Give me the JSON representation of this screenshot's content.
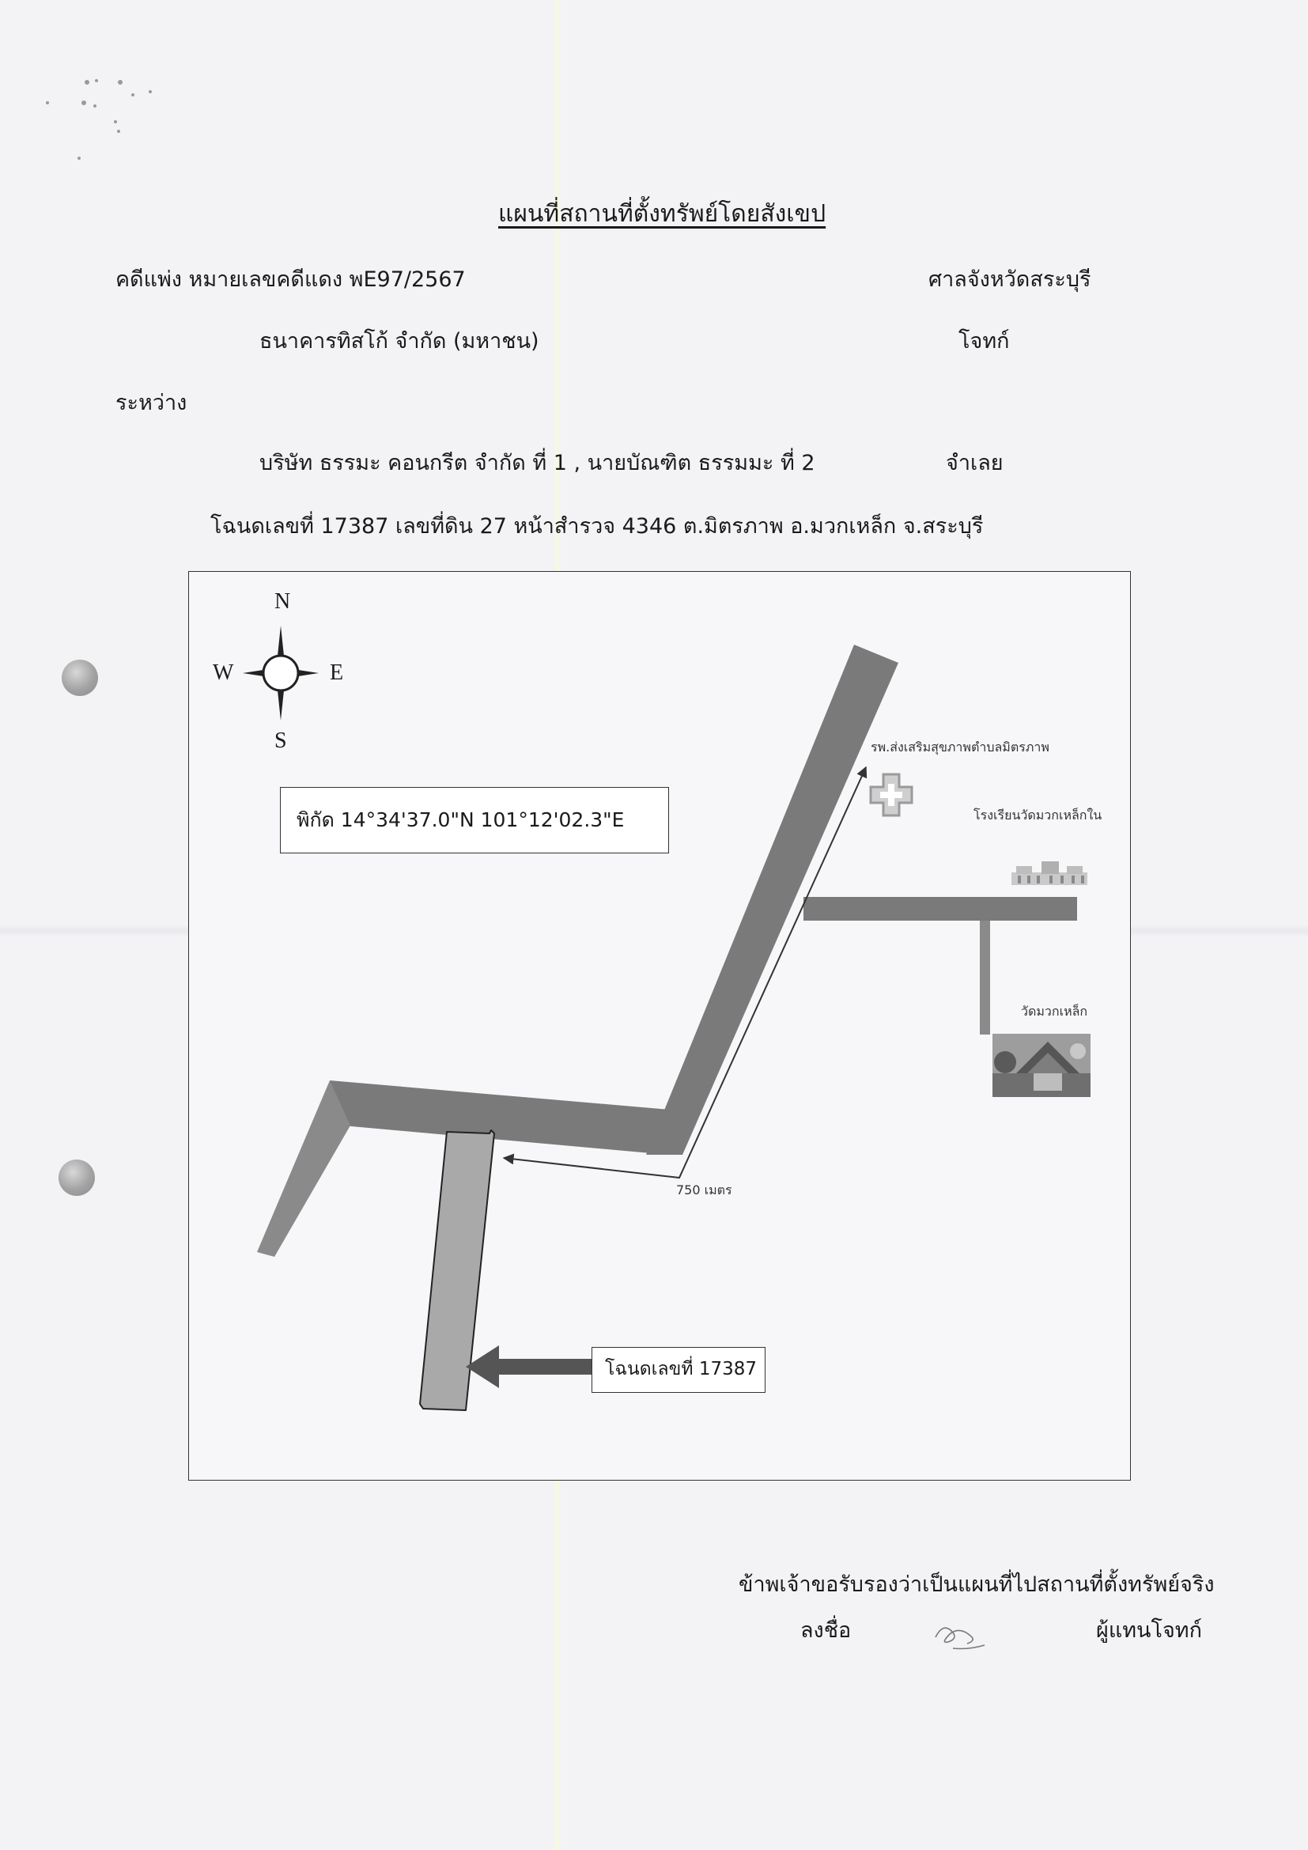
{
  "header": {
    "title": "แผนที่สถานที่ตั้งทรัพย์โดยสังเขป",
    "case_label": "คดีแพ่ง  หมายเลขคดีแดง  พE97/2567",
    "court": "ศาลจังหวัดสระบุรี",
    "plaintiff_name": "ธนาคารทิสโก้ จำกัด (มหาชน)",
    "plaintiff_role": "โจทก์",
    "between": "ระหว่าง",
    "defendant_names": "บริษัท ธรรมะ  คอนกรีต จำกัด  ที่  1  , นายบัณฑิต  ธรรมมะ  ที่ 2",
    "defendant_role": "จำเลย",
    "deed_line": "โฉนดเลขที่  17387  เลขที่ดิน  27  หน้าสำรวจ  4346   ต.มิตรภาพ   อ.มวกเหล็ก  จ.สระบุรี"
  },
  "map": {
    "compass": {
      "n": "N",
      "s": "S",
      "e": "E",
      "w": "W"
    },
    "coordinates": "พิกัด    14°34'37.0\"N 101°12'02.3\"E",
    "hospital": "รพ.ส่งเสริมสุขภาพตำบลมิตรภาพ",
    "school": "โรงเรียนวัดมวกเหล็กใน",
    "temple": "วัดมวกเหล็ก",
    "distance": "750 เมตร",
    "deed_label": "โฉนดเลขที่ 17387",
    "colors": {
      "road": "#7a7a7a",
      "plot": "#a9a9a9"
    }
  },
  "footer": {
    "certify": "ข้าพเจ้าขอรับรองว่าเป็นแผนที่ไปสถานที่ตั้งทรัพย์จริง",
    "sign_label": "ลงชื่อ",
    "signer_role": "ผู้แทนโจทก์"
  }
}
